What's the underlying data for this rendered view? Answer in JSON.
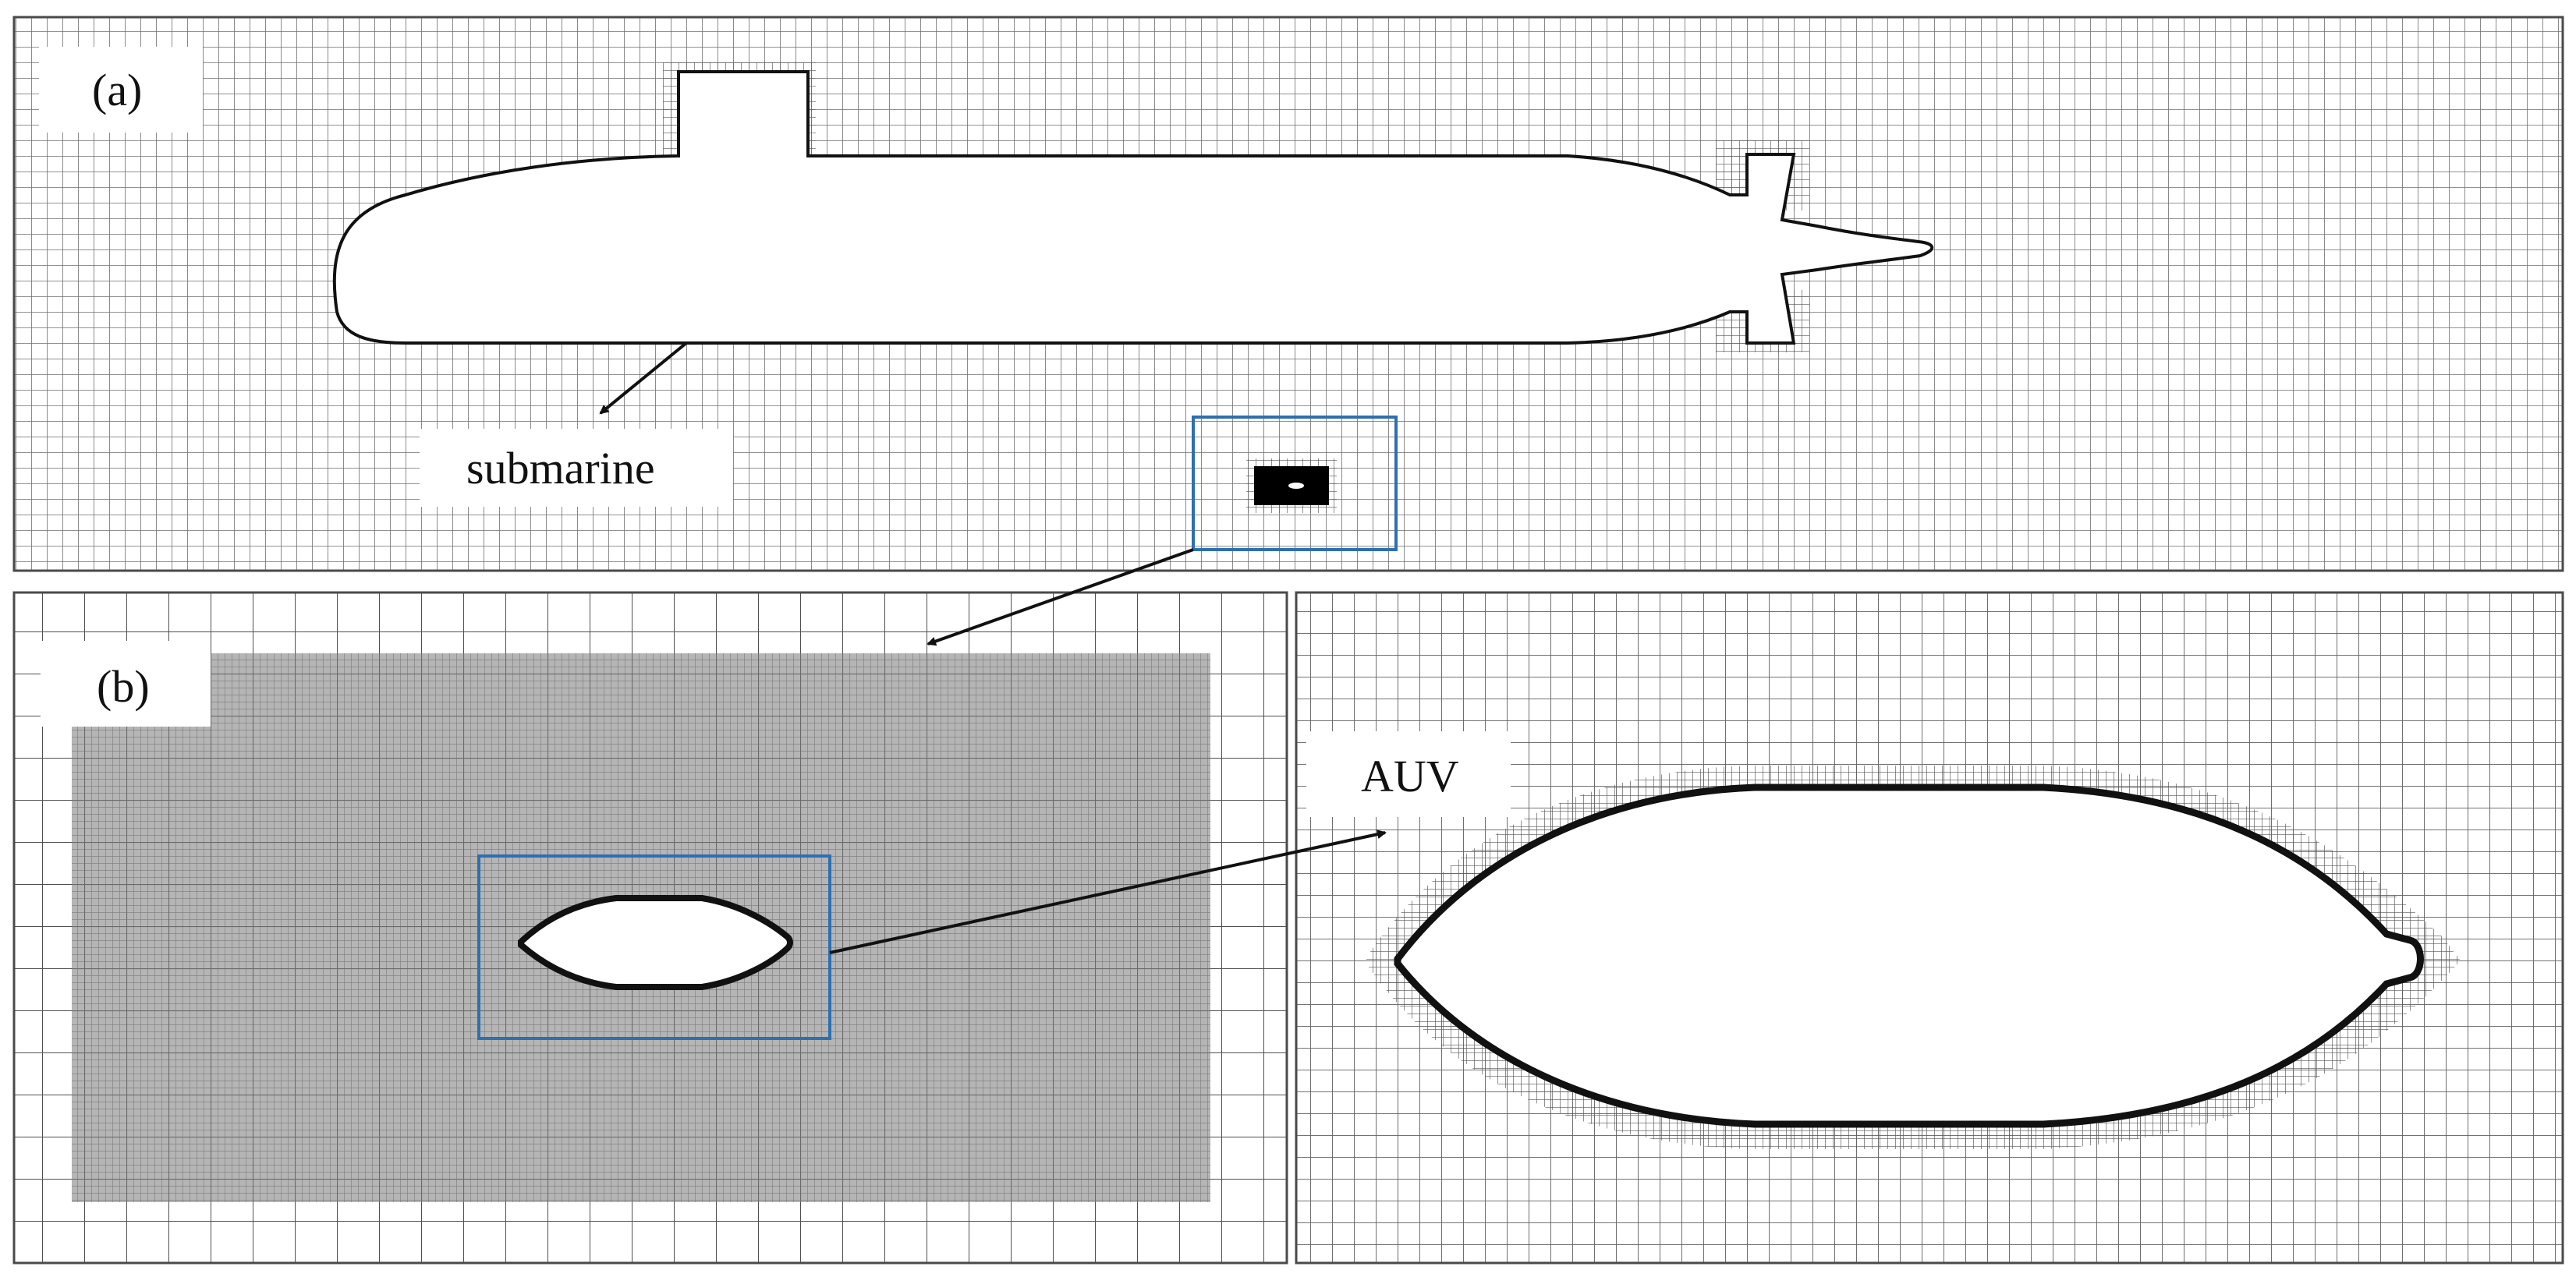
{
  "panels": {
    "a": {
      "label": "(a)"
    },
    "b": {
      "label": "(b)"
    }
  },
  "annotations": {
    "submarine": "submarine",
    "auv": "AUV"
  },
  "colors": {
    "mesh_line": "#6b6b6b",
    "dense_mesh": "#8c8c8c",
    "outline": "#111111",
    "zoom_box": "#2e6fb0",
    "arrow": "#111111"
  }
}
